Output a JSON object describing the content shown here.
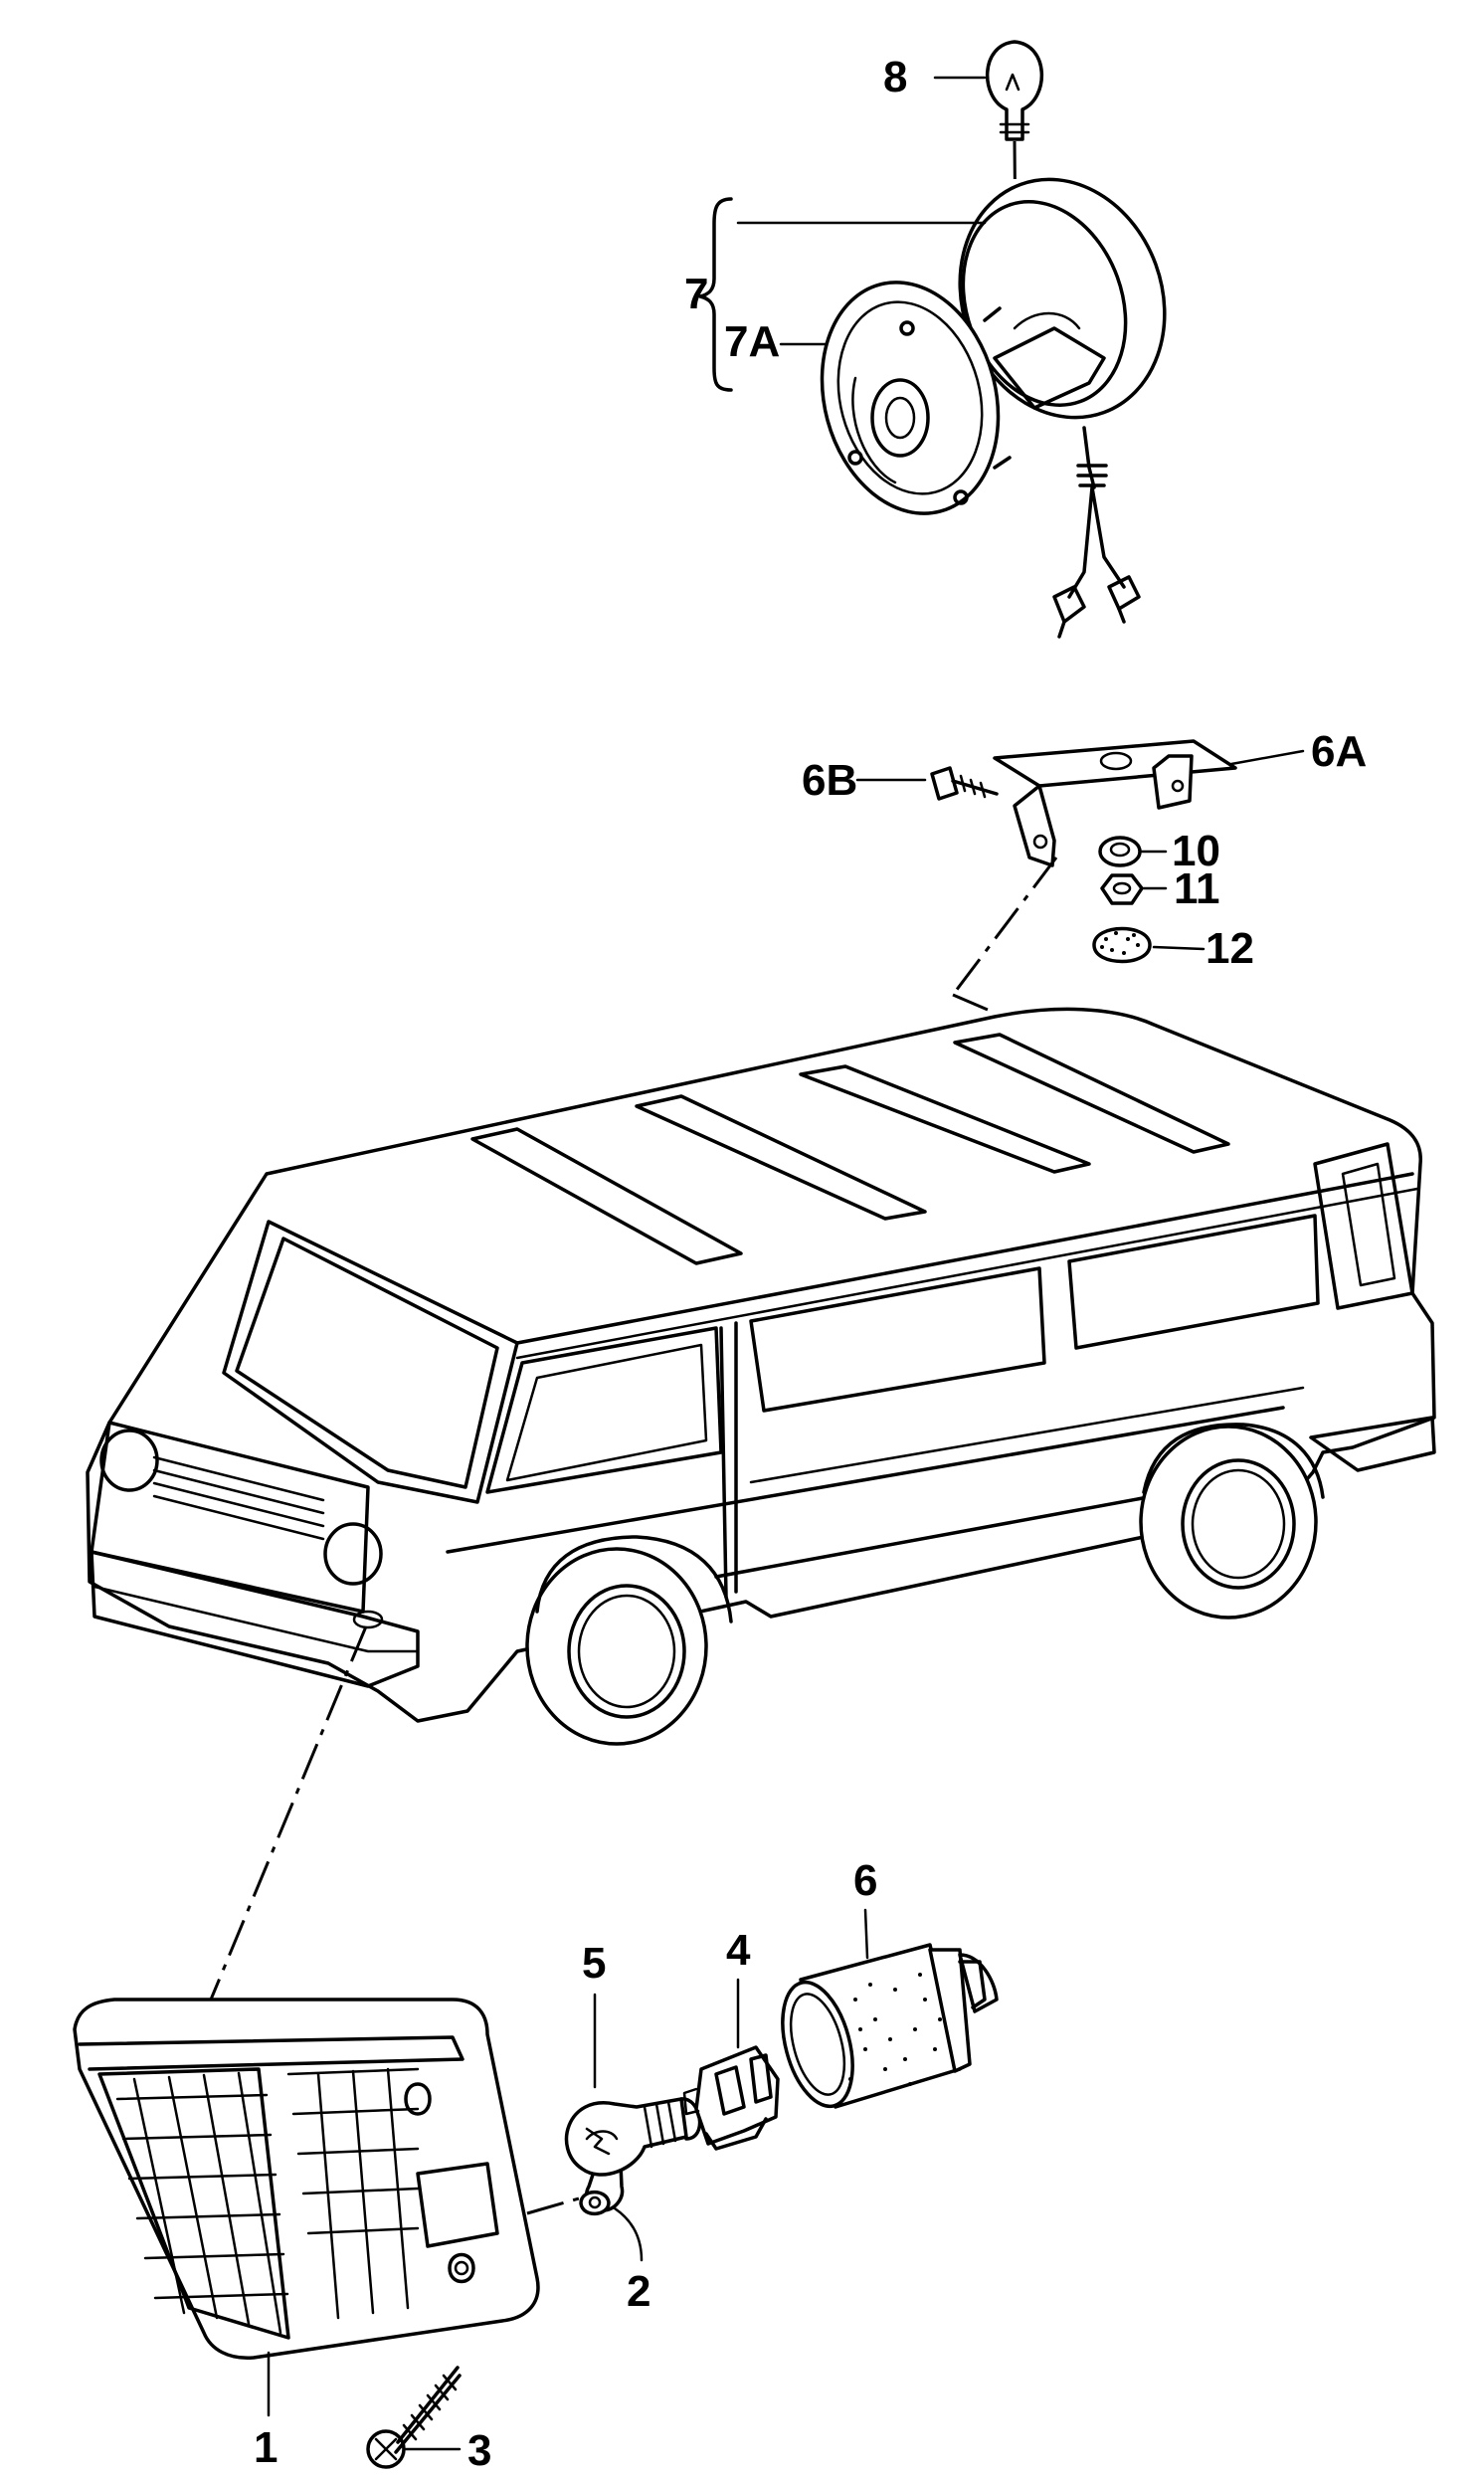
{
  "labels": {
    "p1": "1",
    "p2": "2",
    "p3": "3",
    "p4": "4",
    "p5": "5",
    "p6": "6",
    "p6a": "6A",
    "p6b": "6B",
    "p7": "7",
    "p7a": "7A",
    "p8": "8",
    "p10": "10",
    "p11": "11",
    "p12": "12"
  },
  "colors": {
    "ink": "#000000",
    "paper": "#ffffff"
  }
}
